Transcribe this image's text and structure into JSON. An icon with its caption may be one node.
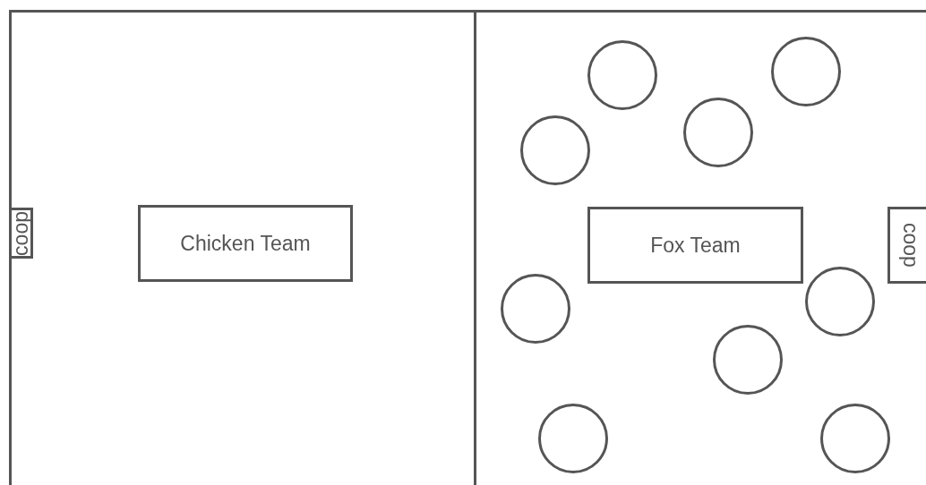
{
  "diagram": {
    "nodes": [
      {
        "text": [
          "coop"
        ]
      },
      {
        "text": [
          "Chicken Team"
        ]
      },
      {
        "text": [
          "Fox Team"
        ]
      },
      {
        "text": [
          "coop"
        ]
      },
      {
        "text": [],
        "shape": "circle"
      },
      {
        "text": [],
        "shape": "circle"
      },
      {
        "text": [],
        "shape": "circle"
      },
      {
        "text": [],
        "shape": "circle"
      },
      {
        "text": [],
        "shape": "circle"
      },
      {
        "text": [],
        "shape": "circle"
      },
      {
        "text": [],
        "shape": "circle"
      },
      {
        "text": [],
        "shape": "circle"
      },
      {
        "text": [],
        "shape": "circle"
      }
    ]
  }
}
